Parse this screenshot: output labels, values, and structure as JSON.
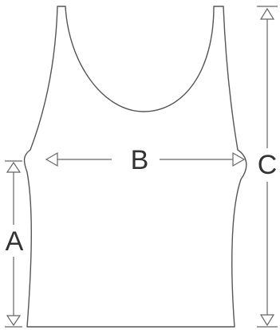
{
  "diagram": {
    "labels": {
      "a": "A",
      "b": "B",
      "c": "C"
    },
    "colors": {
      "outline": "#555555",
      "dimension_line": "#666666",
      "label": "#333333",
      "background": "#ffffff"
    }
  }
}
